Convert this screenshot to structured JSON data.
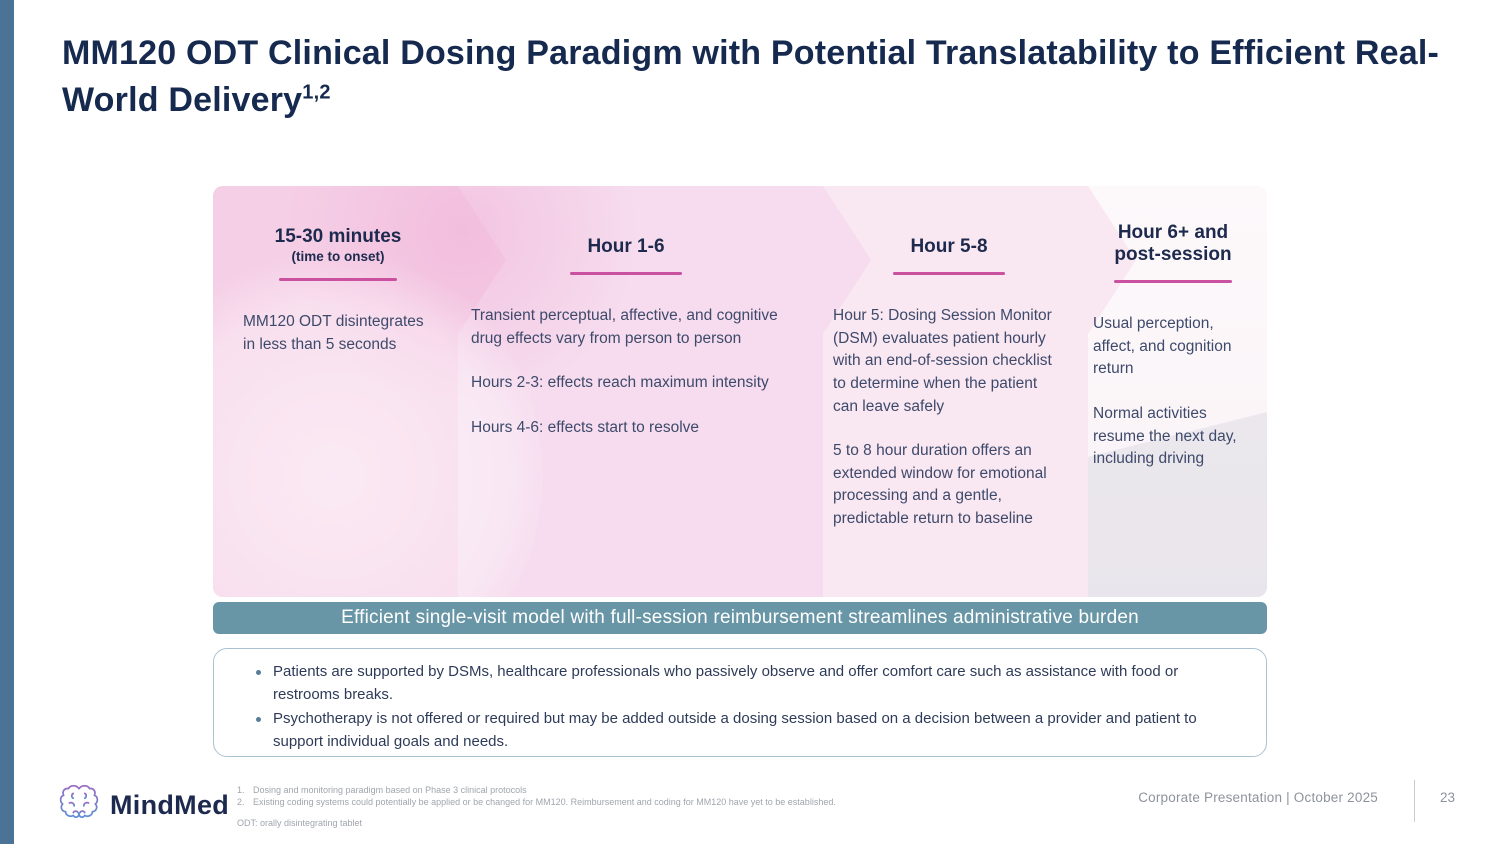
{
  "colors": {
    "sidebar_blue": "#4a7396",
    "title_navy": "#16294e",
    "accent_pink_rule": "#c9519f",
    "banner_teal": "#6896a6",
    "body_text": "#3e4a6b"
  },
  "title": {
    "text": "MM120 ODT Clinical Dosing Paradigm with Potential Translatability to Efficient Real-World Delivery",
    "superscript": "1,2"
  },
  "timeline": {
    "columns": [
      {
        "header": "15-30 minutes",
        "subheader": "(time to onset)",
        "paragraphs": [
          "MM120 ODT disintegrates in less than 5 seconds"
        ]
      },
      {
        "header": "Hour 1-6",
        "paragraphs": [
          "Transient perceptual, affective, and cognitive drug effects vary from person to person",
          "Hours 2-3: effects reach maximum intensity",
          "Hours 4-6: effects start to resolve"
        ]
      },
      {
        "header": "Hour 5-8",
        "paragraphs": [
          "Hour 5: Dosing Session Monitor (DSM) evaluates patient hourly with an end-of-session checklist to determine when the patient can leave safely",
          "5 to 8 hour duration offers an extended window for emotional processing and a gentle, predictable return to baseline"
        ]
      },
      {
        "header": "Hour 6+ and post-session",
        "paragraphs": [
          "Usual perception, affect, and cognition return",
          "Normal activities resume the next day, including driving"
        ]
      }
    ]
  },
  "banner": {
    "text": "Efficient single-visit model with full-session reimbursement streamlines administrative burden"
  },
  "notes_box": {
    "bullets": [
      "Patients are supported by DSMs, healthcare professionals who passively observe and offer comfort care such as assistance with food or restrooms breaks.",
      "Psychotherapy is not offered or required but may be added outside a dosing session based on a decision between a provider and patient to support individual goals and needs."
    ]
  },
  "footer": {
    "logo_text": "MindMed",
    "footnotes": [
      "Dosing and monitoring paradigm based on Phase 3 clinical protocols",
      "Existing coding systems could potentially be applied or be changed for MM120.  Reimbursement and coding for MM120 have yet to be established."
    ],
    "footnote_numbers": [
      "1.",
      "2."
    ],
    "abbreviation": "ODT: orally disintegrating tablet",
    "presentation_label": "Corporate Presentation | October 2025",
    "page_number": "23"
  }
}
